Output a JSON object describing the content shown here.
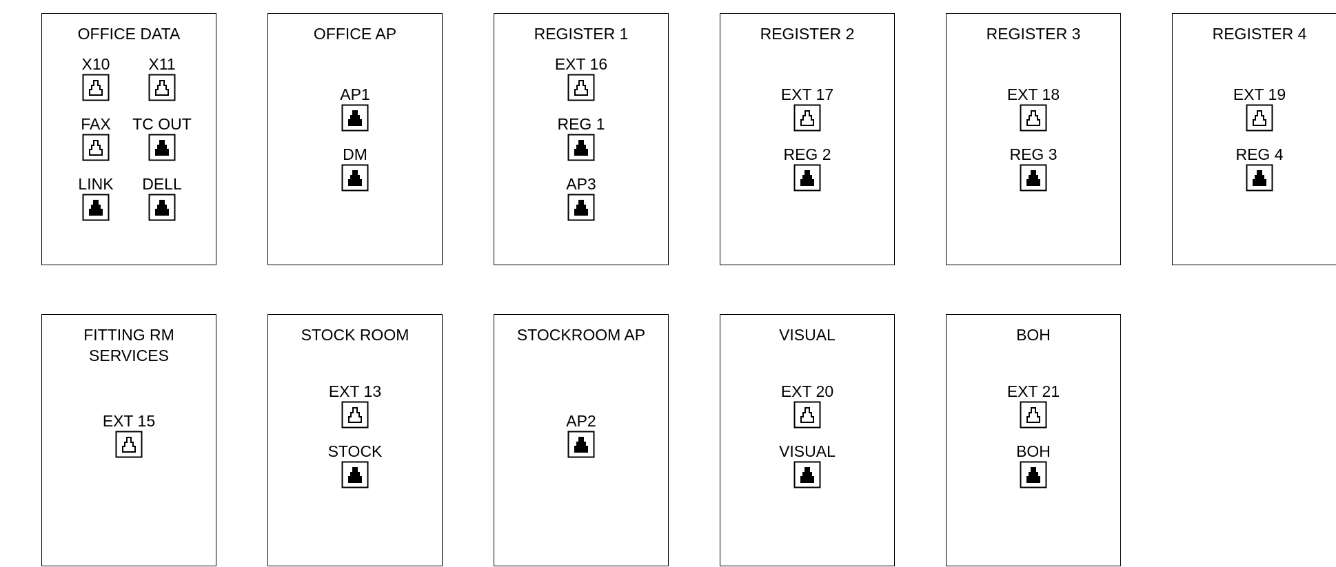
{
  "colors": {
    "line": "#000000",
    "background": "#ffffff"
  },
  "panels": [
    {
      "title": "OFFICE DATA",
      "ports": [
        {
          "label": "X10",
          "type": "voice"
        },
        {
          "label": "X11",
          "type": "voice"
        },
        {
          "label": "FAX",
          "type": "voice"
        },
        {
          "label": "TC OUT",
          "type": "data"
        },
        {
          "label": "LINK",
          "type": "data"
        },
        {
          "label": "DELL",
          "type": "data"
        }
      ]
    },
    {
      "title": "OFFICE AP",
      "ports": [
        {
          "label": "AP1",
          "type": "data"
        },
        {
          "label": "DM",
          "type": "data"
        }
      ]
    },
    {
      "title": "REGISTER 1",
      "ports": [
        {
          "label": "EXT 16",
          "type": "voice"
        },
        {
          "label": "REG 1",
          "type": "data"
        },
        {
          "label": "AP3",
          "type": "data"
        }
      ]
    },
    {
      "title": "REGISTER 2",
      "ports": [
        {
          "label": "EXT 17",
          "type": "voice"
        },
        {
          "label": "REG 2",
          "type": "data"
        }
      ]
    },
    {
      "title": "REGISTER 3",
      "ports": [
        {
          "label": "EXT 18",
          "type": "voice"
        },
        {
          "label": "REG 3",
          "type": "data"
        }
      ]
    },
    {
      "title": "REGISTER 4",
      "ports": [
        {
          "label": "EXT 19",
          "type": "voice"
        },
        {
          "label": "REG 4",
          "type": "data"
        }
      ]
    },
    {
      "title": "FITTING RM\nSERVICES",
      "ports": [
        {
          "label": "EXT 15",
          "type": "voice"
        }
      ]
    },
    {
      "title": "STOCK ROOM",
      "ports": [
        {
          "label": "EXT 13",
          "type": "voice"
        },
        {
          "label": "STOCK",
          "type": "data"
        }
      ]
    },
    {
      "title": "STOCKROOM AP",
      "ports": [
        {
          "label": "AP2",
          "type": "data"
        }
      ]
    },
    {
      "title": "VISUAL",
      "ports": [
        {
          "label": "EXT 20",
          "type": "voice"
        },
        {
          "label": "VISUAL",
          "type": "data"
        }
      ]
    },
    {
      "title": "BOH",
      "ports": [
        {
          "label": "EXT 21",
          "type": "voice"
        },
        {
          "label": "BOH",
          "type": "data"
        }
      ]
    }
  ]
}
